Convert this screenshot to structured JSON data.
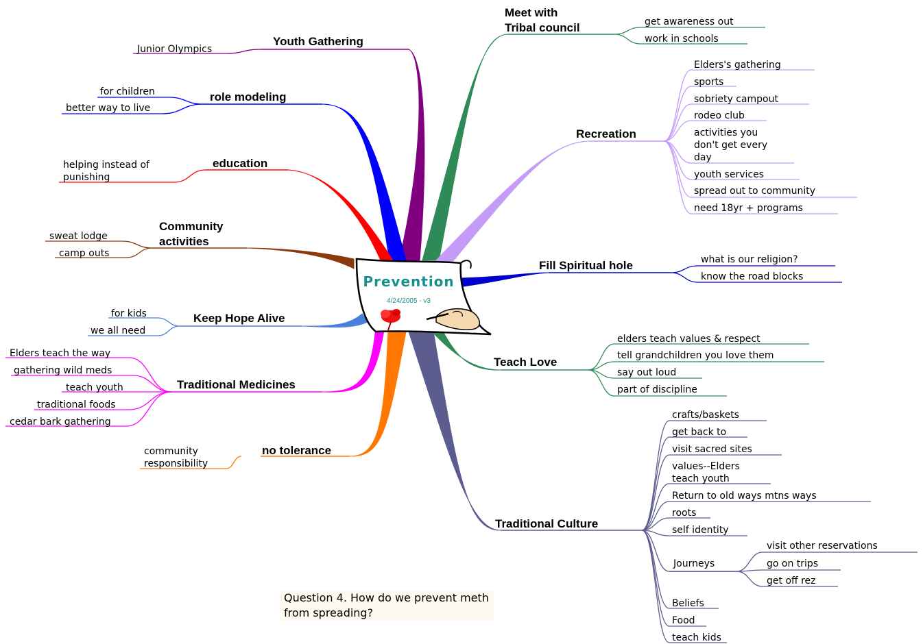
{
  "center": {
    "title": "Prevention",
    "date": "4/24/2005 - v3"
  },
  "question": "Question 4.  How do we prevent meth from spreading?",
  "colors": {
    "youth_gathering": "#800080",
    "role_modeling": "#0000ff",
    "education": "#ff0000",
    "community_activities": "#8b3a0f",
    "keep_hope_alive": "#4a7fdc",
    "traditional_medicines": "#ff00ff",
    "no_tolerance": "#ff7700",
    "tribal_council": "#2e8b57",
    "recreation": "#c49bf7",
    "fill_spiritual_hole": "#0000cc",
    "teach_love": "#2e8b57",
    "traditional_culture": "#5c5c8f"
  },
  "branches": {
    "youth_gathering": {
      "label": [
        "Youth Gathering"
      ],
      "leaves": [
        [
          "Junior Olympics"
        ]
      ]
    },
    "role_modeling": {
      "label": [
        "role modeling"
      ],
      "leaves": [
        [
          "for children"
        ],
        [
          "better way to live"
        ]
      ]
    },
    "education": {
      "label": [
        "education"
      ],
      "leaves": [
        [
          "helping instead of",
          "punishing"
        ]
      ]
    },
    "community_activities": {
      "label": [
        "Community",
        "activities"
      ],
      "leaves": [
        [
          "sweat lodge"
        ],
        [
          "camp outs"
        ]
      ]
    },
    "keep_hope_alive": {
      "label": [
        "Keep Hope Alive"
      ],
      "leaves": [
        [
          "for kids"
        ],
        [
          "we all need"
        ]
      ]
    },
    "traditional_medicines": {
      "label": [
        "Traditional Medicines"
      ],
      "leaves": [
        [
          "Elders teach the way"
        ],
        [
          "gathering wild meds"
        ],
        [
          "teach youth"
        ],
        [
          "traditional foods"
        ],
        [
          "cedar bark gathering"
        ]
      ]
    },
    "no_tolerance": {
      "label": [
        "no tolerance"
      ],
      "leaves": [
        [
          "community",
          "responsibility"
        ]
      ]
    },
    "tribal_council": {
      "label": [
        "Meet with",
        "Tribal council"
      ],
      "leaves": [
        [
          "get awareness out"
        ],
        [
          "work in schools"
        ]
      ]
    },
    "recreation": {
      "label": [
        "Recreation"
      ],
      "leaves": [
        [
          "Elders's gathering"
        ],
        [
          "sports"
        ],
        [
          "sobriety campout"
        ],
        [
          "rodeo club"
        ],
        [
          "activities you",
          "don't get every",
          "day"
        ],
        [
          "youth services"
        ],
        [
          "spread out to community"
        ],
        [
          "need 18yr + programs"
        ]
      ]
    },
    "fill_spiritual_hole": {
      "label": [
        "Fill Spiritual hole"
      ],
      "leaves": [
        [
          "what is our religion?"
        ],
        [
          "know the road blocks"
        ]
      ]
    },
    "teach_love": {
      "label": [
        "Teach Love"
      ],
      "leaves": [
        [
          "elders teach values & respect"
        ],
        [
          "tell grandchildren you love them"
        ],
        [
          "say out loud"
        ],
        [
          "part of discipline"
        ]
      ]
    },
    "traditional_culture": {
      "label": [
        "Traditional Culture"
      ],
      "leaves": [
        [
          "crafts/baskets"
        ],
        [
          "get back to"
        ],
        [
          "visit sacred sites"
        ],
        [
          "values--Elders",
          "teach youth"
        ],
        [
          "Return to old ways mtns ways"
        ],
        [
          "roots"
        ],
        [
          "self identity"
        ],
        [
          "Journeys"
        ],
        [
          "Beliefs"
        ],
        [
          "Food"
        ],
        [
          "teach kids"
        ]
      ]
    },
    "journeys": {
      "label": [
        "Journeys"
      ],
      "leaves": [
        [
          "visit other reservations"
        ],
        [
          "go on trips"
        ],
        [
          "get off rez"
        ]
      ]
    }
  }
}
